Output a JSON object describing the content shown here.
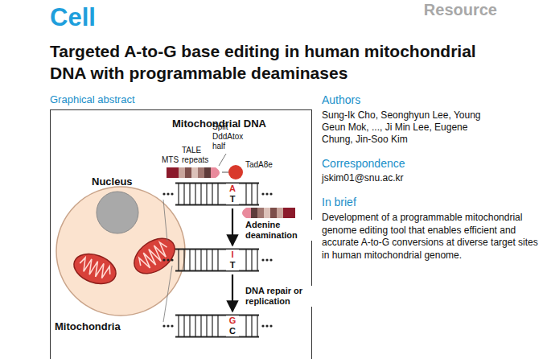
{
  "diagram": {
    "title": "Targeted A-to-G base editing in human mitochondrial DNA with programmable deaminases",
    "nodes": [
      {
        "text": [
          "Graphical abstract"
        ]
      },
      {
        "text": [
          "A",
          "T"
        ],
        "in": 0
      },
      {
        "text": [
          "I",
          "T"
        ],
        "in": 0
      },
      {
        "text": [
          "G",
          "C"
        ],
        "in": 0
      }
    ],
    "edges": [
      {
        "from": 1,
        "to": 2,
        "arrow": "to",
        "label": "Adenine deamination"
      },
      {
        "from": 2,
        "to": 3,
        "arrow": "to",
        "label": "DNA repair or replication"
      }
    ],
    "labels": [
      "Cell",
      "Resource",
      "Mitochondrial DNA",
      "MTS",
      "TALE repeats",
      "Split DddAtox half",
      "TadA8e",
      "Nucleus",
      "Mitochondria",
      "Authors",
      "Sung-Ik Cho, Seonghyun Lee, Young Geun Mok, ..., Ji Min Lee, Eugene Chung, Jin-Soo Kim",
      "Correspondence",
      "jskim01@snu.ac.kr",
      "In brief",
      "Development of a programmable mitochondrial genome editing tool that enables efficient and accurate A-to-G conversions at diverse target sites in human mitochondrial genome."
    ]
  }
}
